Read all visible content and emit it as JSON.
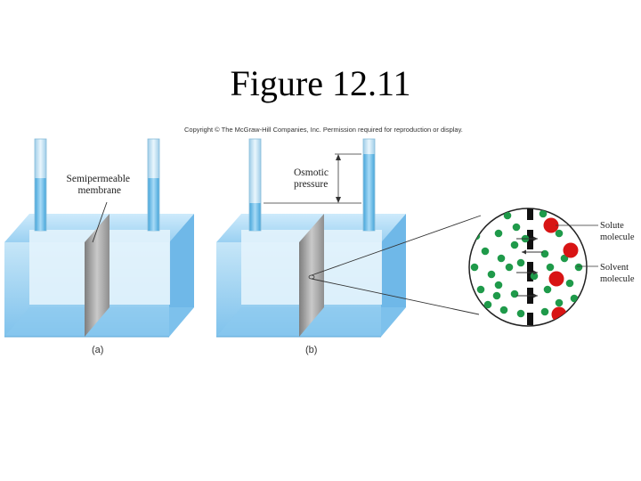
{
  "title": "Figure 12.11",
  "copyright": "Copyright © The McGraw-Hill Companies, Inc. Permission required for reproduction or display.",
  "panel_a": {
    "label": "(a)",
    "membrane_label_line1": "Semipermeable",
    "membrane_label_line2": "membrane"
  },
  "panel_b": {
    "label": "(b)",
    "osmotic_label_line1": "Osmotic",
    "osmotic_label_line2": "pressure"
  },
  "inset": {
    "solute_label_line1": "Solute",
    "solute_label_line2": "molecule",
    "solvent_label_line1": "Solvent",
    "solvent_label_line2": "molecule"
  },
  "colors": {
    "water": "#9fd3f2",
    "water_light": "#d8eefb",
    "membrane": "#9a9a9a",
    "solvent": "#1f9a4a",
    "solute": "#d81414"
  }
}
